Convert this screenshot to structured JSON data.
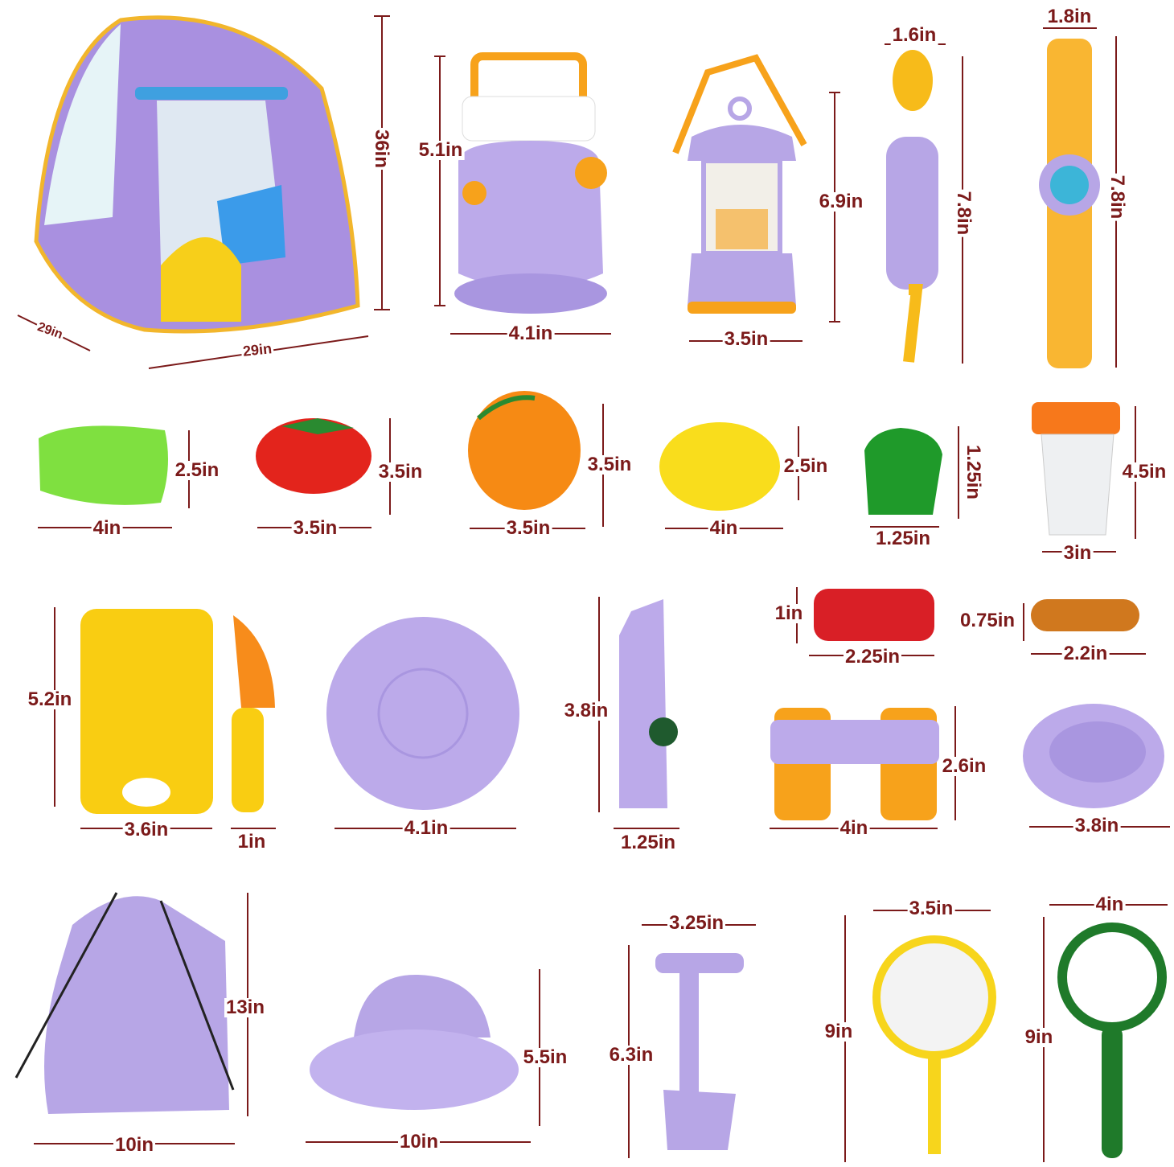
{
  "colors": {
    "dimension": "#7b1a1a",
    "purple": "#b7a6e6",
    "orange": "#f7a21b",
    "yellow": "#f9cd12",
    "green": "#1f7a2a"
  },
  "items": {
    "tent": {
      "height": "36in",
      "width": "29in",
      "depth": "29in"
    },
    "stove": {
      "height": "5.1in",
      "width": "4.1in"
    },
    "lantern": {
      "height": "6.9in",
      "width": "3.5in"
    },
    "utensil": {
      "width": "1.6in",
      "height": "7.8in"
    },
    "watch": {
      "width": "1.8in",
      "height": "7.8in"
    },
    "starfruit": {
      "height": "2.5in",
      "width": "4in"
    },
    "tomato": {
      "height": "3.5in",
      "width": "3.5in"
    },
    "orange": {
      "height": "3.5in",
      "width": "3.5in"
    },
    "lemon": {
      "height": "2.5in",
      "width": "4in"
    },
    "pepper": {
      "height": "1.25in",
      "width": "1.25in"
    },
    "cup": {
      "height": "4.5in",
      "width": "3in"
    },
    "board": {
      "height": "5.2in",
      "width": "3.6in"
    },
    "knife": {
      "width": "1in"
    },
    "plate": {
      "width": "4.1in"
    },
    "whistle": {
      "height": "3.8in",
      "width": "1.25in"
    },
    "meat": {
      "height": "1in",
      "width": "2.25in"
    },
    "sausage": {
      "height": "0.75in",
      "width": "2.2in"
    },
    "binoculars": {
      "height": "2.6in",
      "width": "4in"
    },
    "bowl": {
      "width": "3.8in"
    },
    "bag": {
      "height": "13in",
      "width": "10in"
    },
    "hat": {
      "height": "5.5in",
      "width": "10in"
    },
    "shovel": {
      "width": "3.25in",
      "height": "6.3in"
    },
    "net": {
      "width": "3.5in",
      "height": "9in"
    },
    "magnifier": {
      "width": "4in",
      "height": "9in"
    }
  }
}
